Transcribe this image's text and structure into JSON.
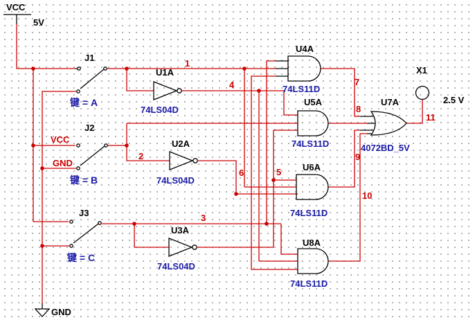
{
  "power": {
    "vcc_label": "VCC",
    "vcc_value": "5V",
    "gnd_label": "GND"
  },
  "switches": [
    {
      "ref": "J1",
      "key_label": "键 = A"
    },
    {
      "ref": "J2",
      "key_label": "键 = B"
    },
    {
      "ref": "J3",
      "key_label": "键 = C"
    }
  ],
  "switch_terminals": {
    "vcc": "VCC",
    "gnd": "GND"
  },
  "inverters": [
    {
      "ref": "U1A",
      "part": "74LS04D"
    },
    {
      "ref": "U2A",
      "part": "74LS04D"
    },
    {
      "ref": "U3A",
      "part": "74LS04D"
    }
  ],
  "and_gates": [
    {
      "ref": "U4A",
      "part": "74LS11D"
    },
    {
      "ref": "U5A",
      "part": "74LS11D"
    },
    {
      "ref": "U6A",
      "part": "74LS11D"
    },
    {
      "ref": "U8A",
      "part": "74LS11D"
    }
  ],
  "or_gate": {
    "ref": "U7A",
    "part": "4072BD_5V"
  },
  "probe": {
    "ref": "X1",
    "value": "2.5 V"
  },
  "nets": [
    "1",
    "2",
    "3",
    "4",
    "5",
    "6",
    "7",
    "8",
    "9",
    "10",
    "11"
  ],
  "colors": {
    "wire": "#cc0000",
    "part_label": "#1a1aa6",
    "symbol": "#000000"
  }
}
